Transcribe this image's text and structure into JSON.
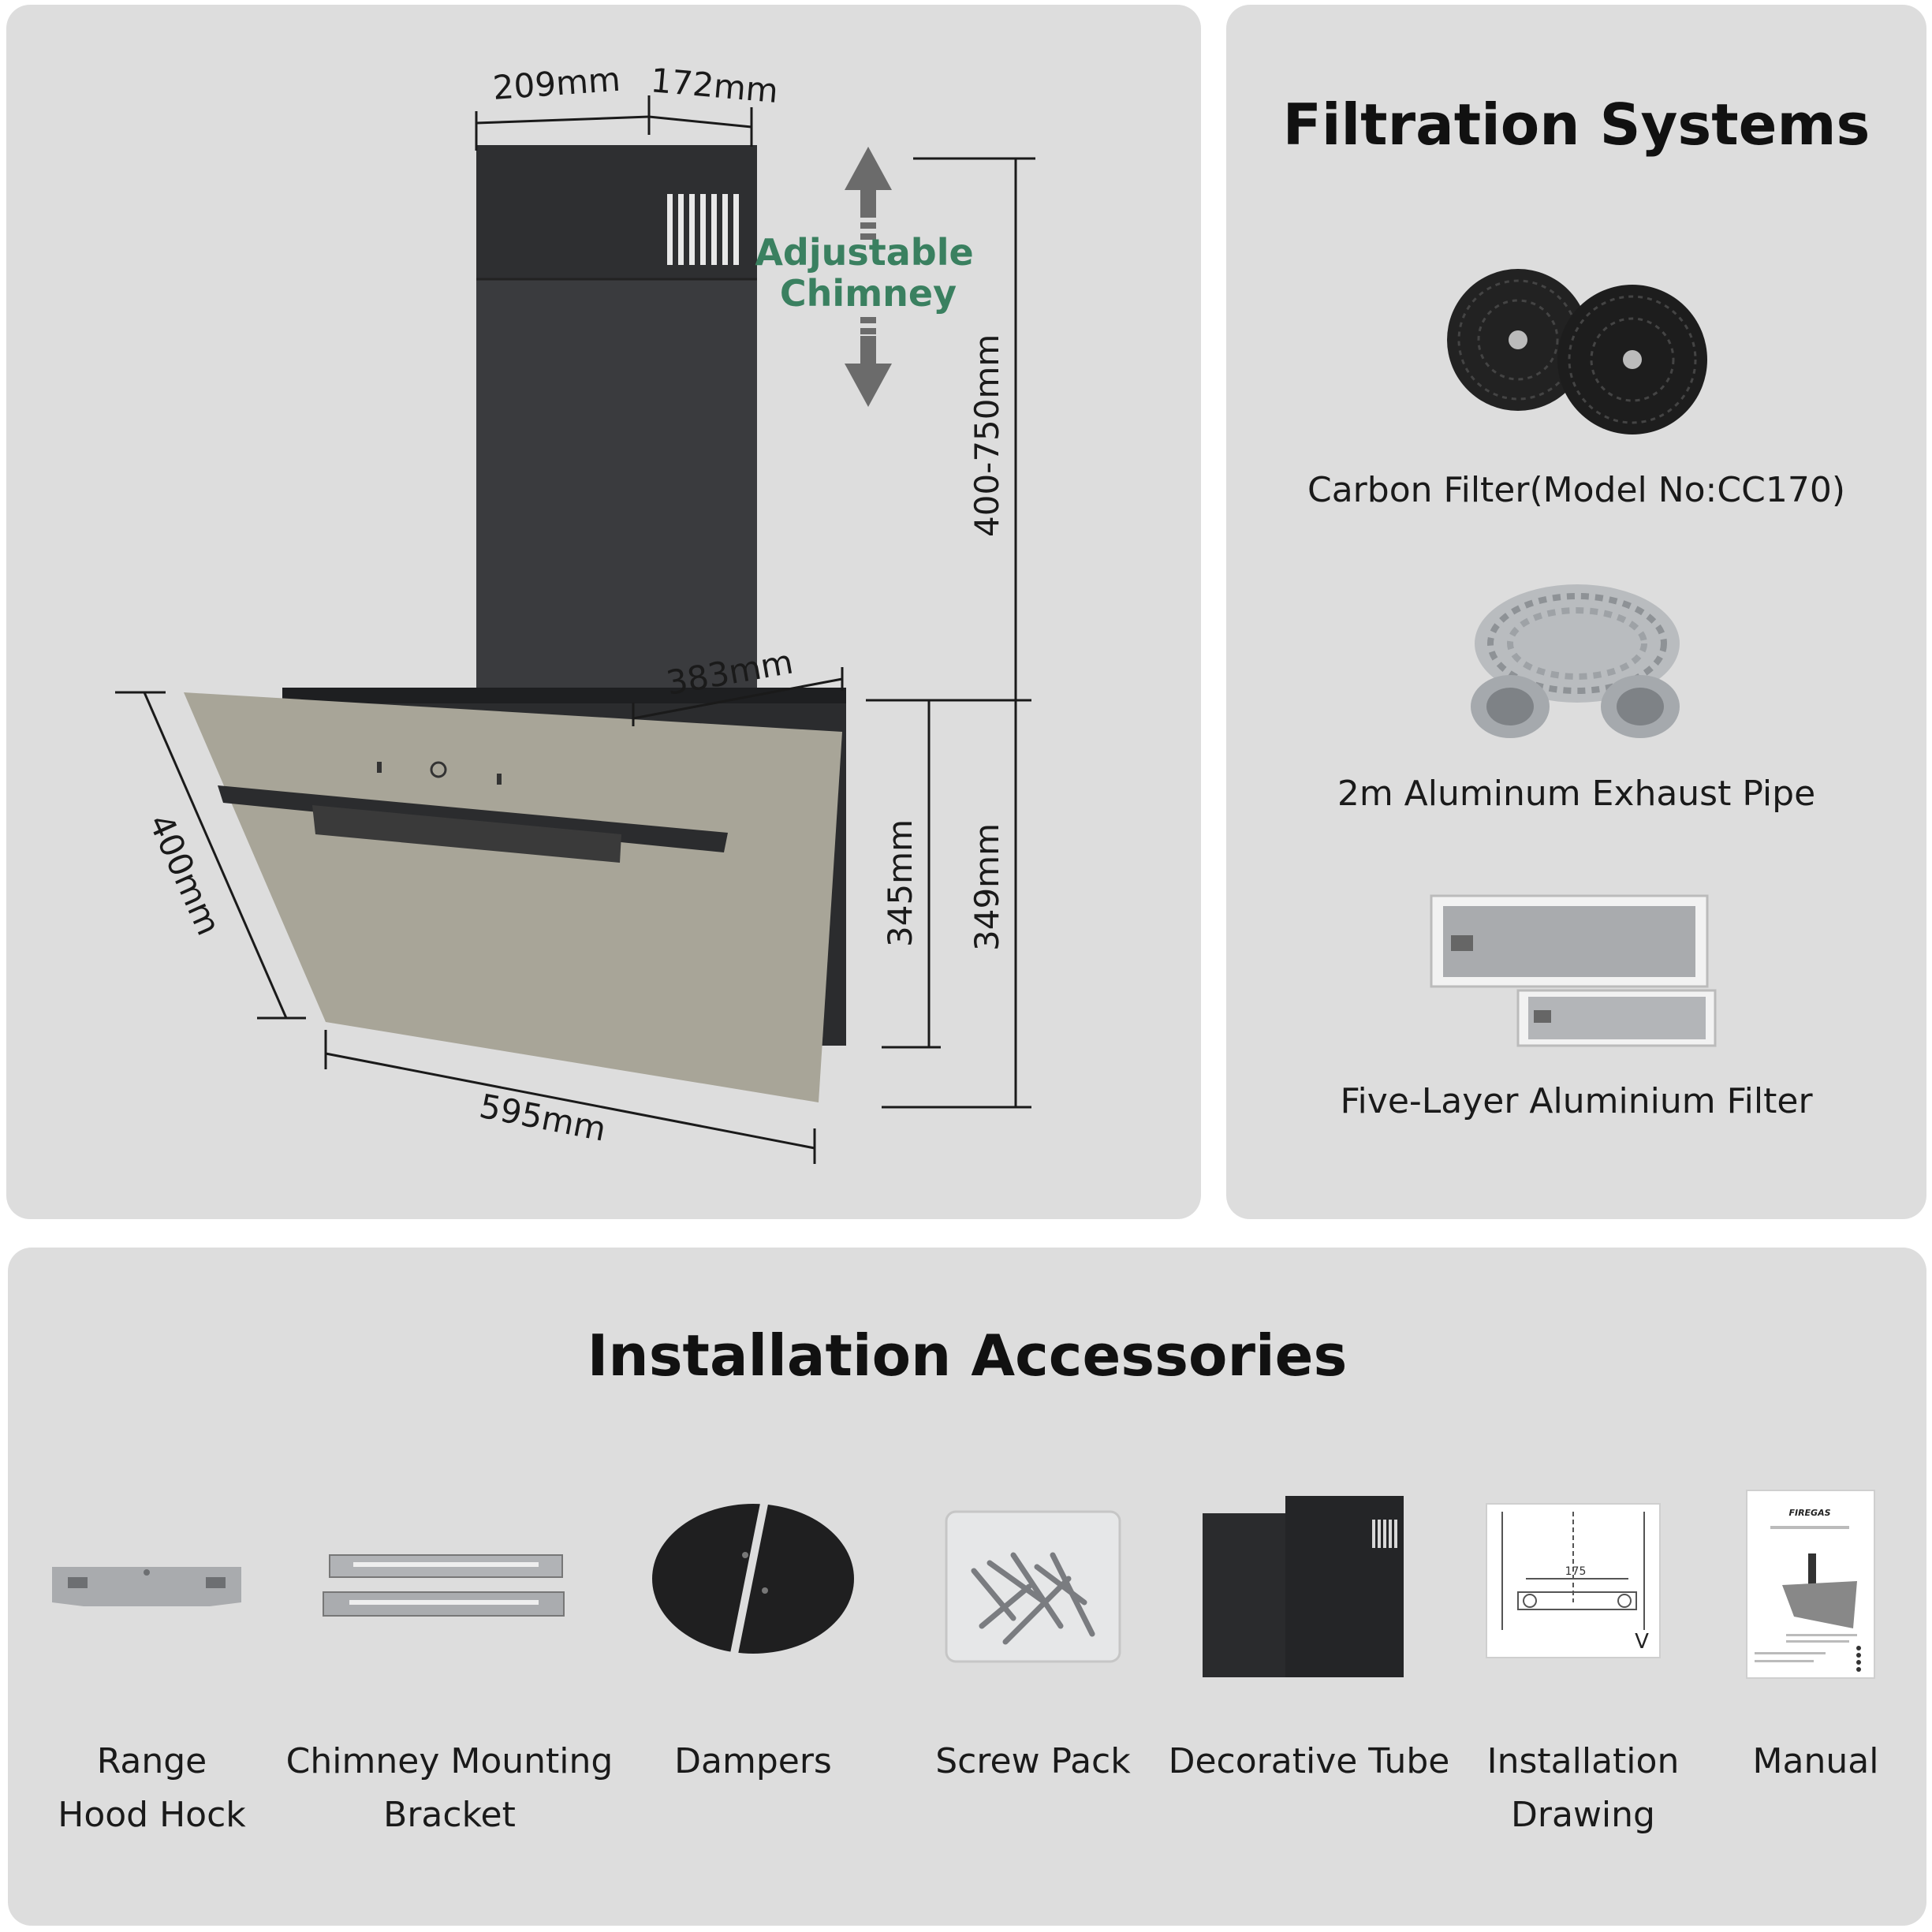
{
  "dimensions": {
    "chimney_depth": "209mm",
    "chimney_width": "172mm",
    "chimney_height_range": "400-750mm",
    "adjustable_label_line1": "Adjustable",
    "adjustable_label_line2": "Chimney",
    "body_width_top": "383mm",
    "glass_depth": "400mm",
    "body_height": "345mm",
    "total_body_height": "349mm",
    "hood_width": "595mm",
    "accent_color": "#3a8060",
    "glass_color": "#a8a598",
    "body_color": "#2b2c2e"
  },
  "filtration": {
    "title": "Filtration Systems",
    "items": [
      {
        "label": "Carbon Filter(Model No:CC170)",
        "icon": "carbon-filter-icon"
      },
      {
        "label": "2m Aluminum Exhaust Pipe",
        "icon": "exhaust-pipe-icon"
      },
      {
        "label": "Five-Layer Aluminium Filter",
        "icon": "aluminium-filter-icon"
      }
    ]
  },
  "accessories": {
    "title": "Installation Accessories",
    "items": [
      {
        "line1": "Range",
        "line2": "Hood Hock",
        "icon": "hood-hook-icon"
      },
      {
        "line1": "Chimney Mounting",
        "line2": "Bracket",
        "icon": "mounting-bracket-icon"
      },
      {
        "line1": "Dampers",
        "line2": "",
        "icon": "damper-icon"
      },
      {
        "line1": "Screw Pack",
        "line2": "",
        "icon": "screw-pack-icon"
      },
      {
        "line1": "Decorative Tube",
        "line2": "",
        "icon": "decorative-tube-icon"
      },
      {
        "line1": "Installation",
        "line2": "Drawing",
        "icon": "installation-drawing-icon"
      },
      {
        "line1": "Manual",
        "line2": "",
        "icon": "manual-icon"
      }
    ],
    "drawing_number": "175",
    "drawing_mark": "V",
    "manual_brand": "FIREGAS"
  }
}
